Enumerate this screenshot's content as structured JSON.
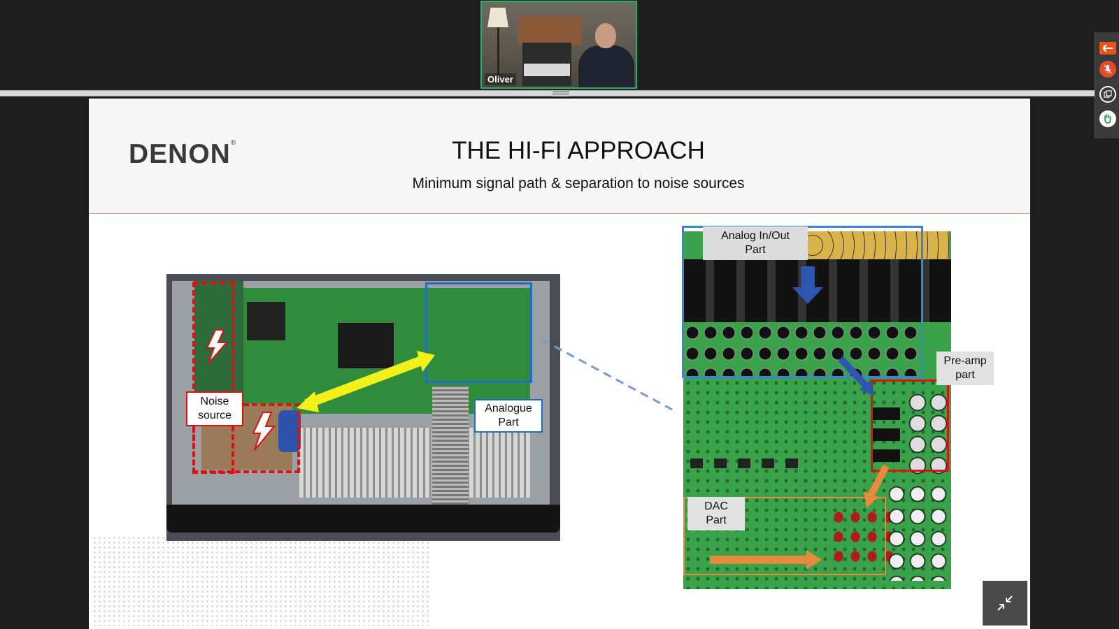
{
  "video": {
    "participant_name": "Oliver"
  },
  "toolbar": {
    "back_icon": "arrow-left-icon",
    "mic_icon": "microphone-muted-icon",
    "screen_icon": "screen-share-icon",
    "hand_icon": "raise-hand-icon"
  },
  "slide": {
    "logo": "DENON",
    "logo_mark": "®",
    "title": "THE HI-FI  APPROACH",
    "subtitle": "Minimum signal path & separation to noise sources",
    "left_photo": {
      "noise_label_line1": "Noise",
      "noise_label_line2": "source",
      "analogue_label_line1": "Analogue",
      "analogue_label_line2": "Part"
    },
    "right_photo": {
      "analog_io_line1": "Analog In/Out",
      "analog_io_line2": "Part",
      "preamp_line1": "Pre-amp",
      "preamp_line2": "part",
      "dac_line1": "DAC",
      "dac_line2": "Part"
    }
  },
  "colors": {
    "accent_green": "#1fb36b",
    "noise_red": "#e01010",
    "analogue_blue": "#1f6fc0",
    "yellow_arrow": "#f2f21a",
    "dac_orange": "#e88a3c",
    "header_rule": "#e9a07a"
  },
  "exit_button_icon": "exit-fullscreen-icon"
}
